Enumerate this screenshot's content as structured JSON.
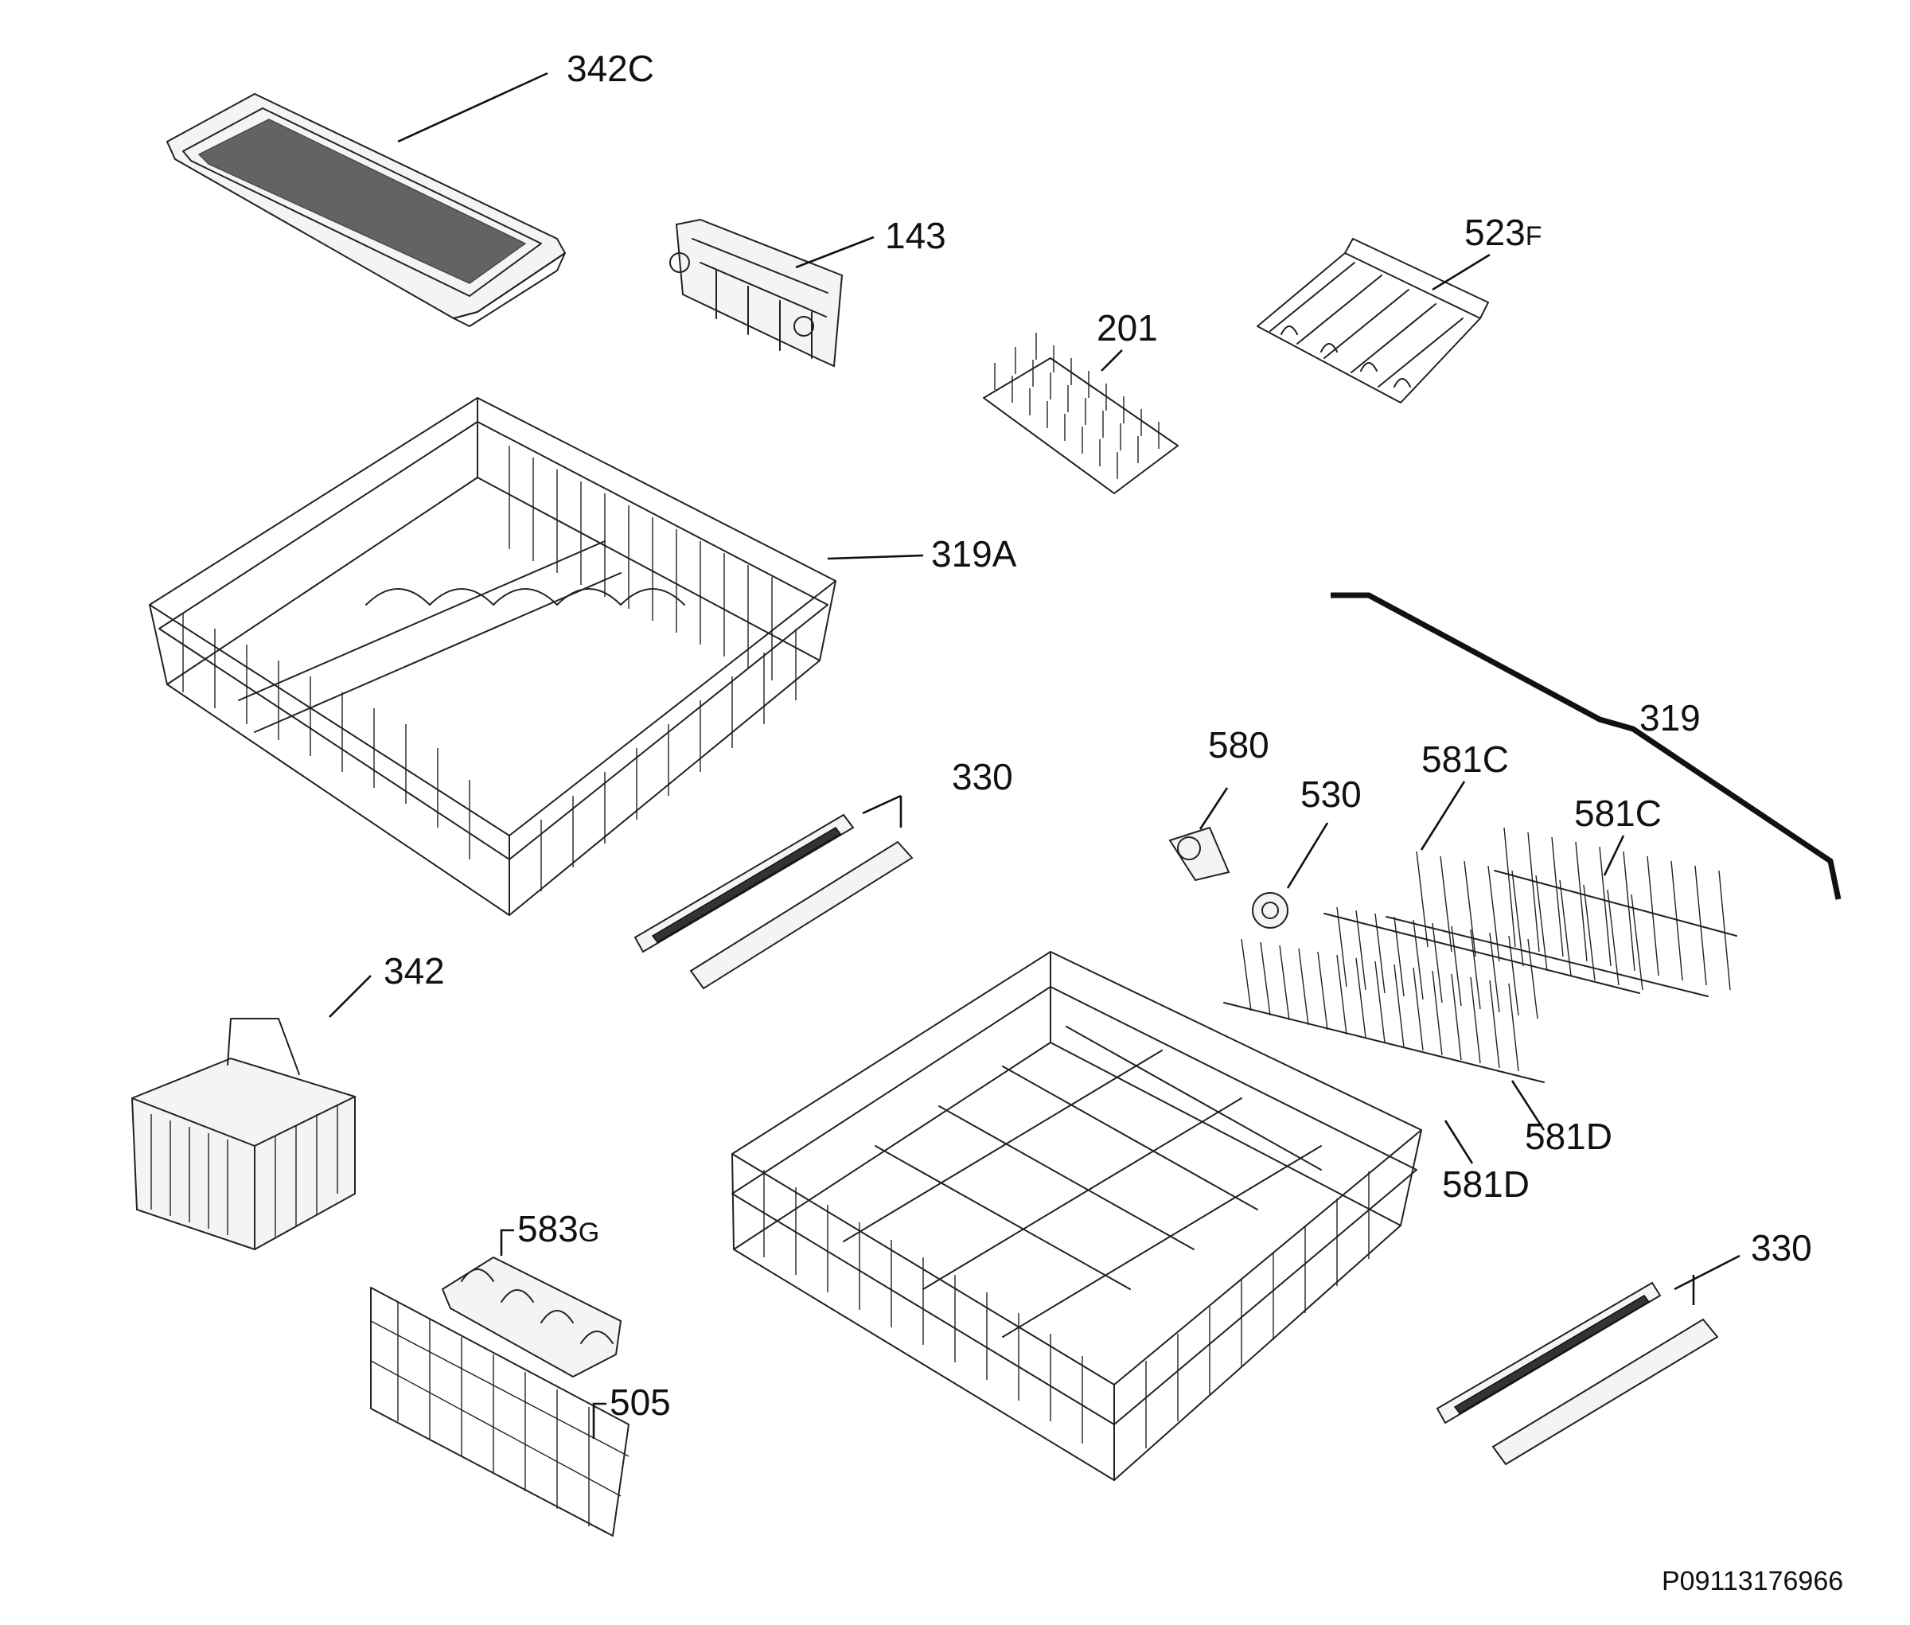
{
  "diagram": {
    "drawing_code": "P09113176966",
    "parts": [
      {
        "id": "342C",
        "text": "342C",
        "main": "342C",
        "suffix": ""
      },
      {
        "id": "143",
        "text": "143",
        "main": "143",
        "suffix": ""
      },
      {
        "id": "201",
        "text": "201",
        "main": "201",
        "suffix": ""
      },
      {
        "id": "523F",
        "text": "523F",
        "main": "523",
        "suffix": "F"
      },
      {
        "id": "319A",
        "text": "319A",
        "main": "319A",
        "suffix": ""
      },
      {
        "id": "319",
        "text": "319",
        "main": "319",
        "suffix": ""
      },
      {
        "id": "330-upper",
        "text": "330",
        "main": "330",
        "suffix": ""
      },
      {
        "id": "580",
        "text": "580",
        "main": "580",
        "suffix": ""
      },
      {
        "id": "530",
        "text": "530",
        "main": "530",
        "suffix": ""
      },
      {
        "id": "581C-left",
        "text": "581C",
        "main": "581C",
        "suffix": ""
      },
      {
        "id": "581C-right",
        "text": "581C",
        "main": "581C",
        "suffix": ""
      },
      {
        "id": "342",
        "text": "342",
        "main": "342",
        "suffix": ""
      },
      {
        "id": "581D-right",
        "text": "581D",
        "main": "581D",
        "suffix": ""
      },
      {
        "id": "581D-left",
        "text": "581D",
        "main": "581D",
        "suffix": ""
      },
      {
        "id": "583G",
        "text": "583G",
        "main": "583",
        "suffix": "G"
      },
      {
        "id": "505",
        "text": "505",
        "main": "505",
        "suffix": ""
      },
      {
        "id": "330-lower",
        "text": "330",
        "main": "330",
        "suffix": ""
      }
    ]
  }
}
